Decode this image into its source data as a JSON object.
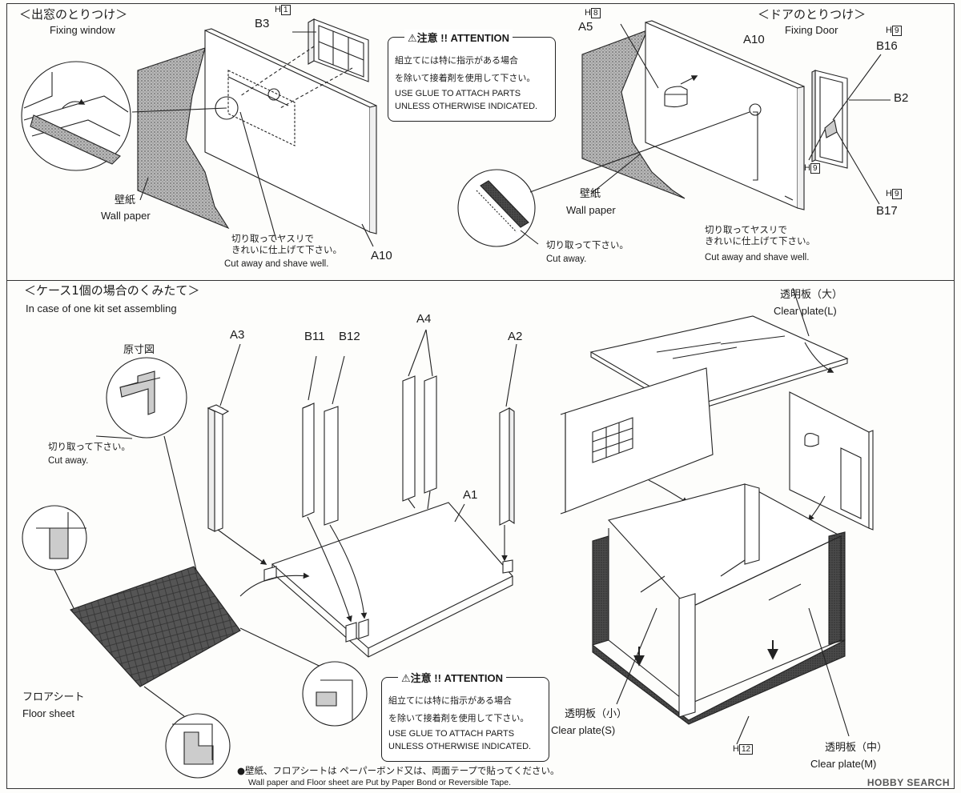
{
  "sections": {
    "window": {
      "title_jp": "＜出窓のとりつけ＞",
      "title_en": "Fixing window"
    },
    "door": {
      "title_jp": "＜ドアのとりつけ＞",
      "title_en": "Fixing Door"
    },
    "case": {
      "title_jp": "＜ケース1個の場合のくみたて＞",
      "title_en": "In case of one kit set assembling"
    }
  },
  "attention": {
    "title": "⚠注意 !! ATTENTION",
    "jp_line1": "組立てには特に指示がある場合",
    "jp_line2": "を除いて接着剤を使用して下さい。",
    "en_line1": "USE GLUE TO ATTACH PARTS",
    "en_line2": "UNLESS  OTHERWISE INDICATED."
  },
  "labels": {
    "h1": "1",
    "h8": "8",
    "h9": "9",
    "h12": "12",
    "h_prefix": "H",
    "b3": "B3",
    "a5": "A5",
    "a10": "A10",
    "b16": "B16",
    "b2": "B2",
    "b17": "B17",
    "a3": "A3",
    "b11": "B11",
    "b12": "B12",
    "a4": "A4",
    "a2": "A2",
    "a1": "A1",
    "wallpaper_jp": "壁紙",
    "wallpaper_en": "Wall paper",
    "cut_shave_jp1": "切り取ってヤスリで",
    "cut_shave_jp2": "きれいに仕上げて下さい。",
    "cut_shave_en": "Cut away and shave well.",
    "cut_jp": "切り取って下さい。",
    "cut_en": "Cut away.",
    "cut_jp_b": "切り取って下さい。",
    "cut_en_b": "Cut away.",
    "actual_size_jp": "原寸図",
    "floor_jp": "フロアシート",
    "floor_en": "Floor sheet",
    "clear_l_jp": "透明板（大）",
    "clear_l_en": "Clear plate(L)",
    "clear_s_jp": "透明板（小）",
    "clear_s_en": "Clear plate(S)",
    "clear_m_jp": "透明板（中）",
    "clear_m_en": "Clear plate(M)"
  },
  "footer": {
    "jp": "●壁紙、フロアシートは ペーパーボンド又は、両面テープで貼ってください。",
    "en": "Wall paper and Floor sheet are Put by Paper Bond or Reversible Tape."
  },
  "watermark": "HOBBY SEARCH"
}
